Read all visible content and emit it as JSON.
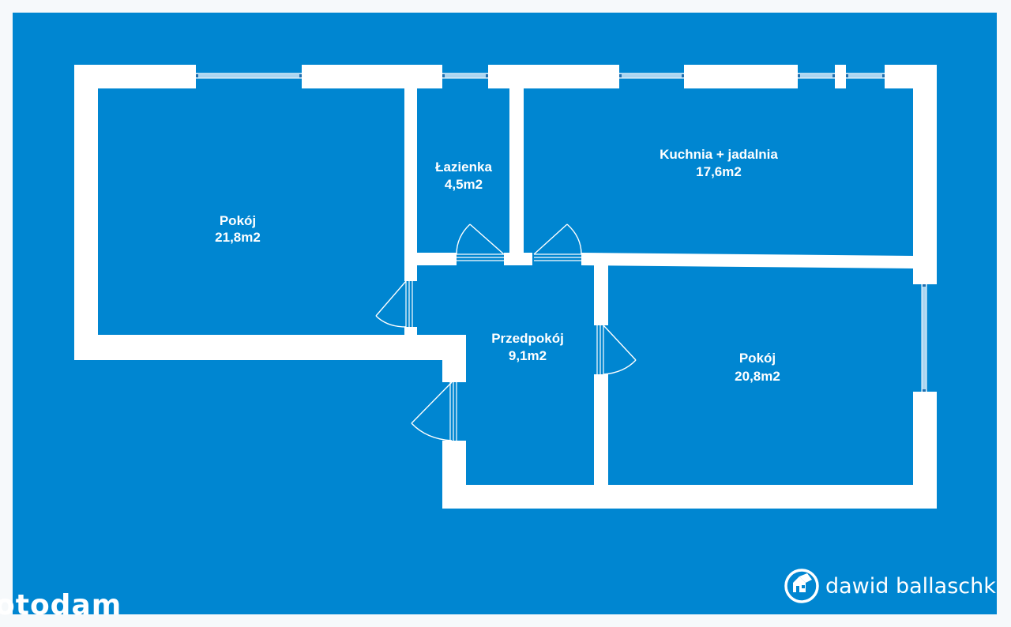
{
  "plan": {
    "background_color": "#0086d1",
    "wall_color": "#ffffff",
    "rooms": [
      {
        "name": "Pokój",
        "area": "21,8m2"
      },
      {
        "name": "Łazienka",
        "area": "4,5m2"
      },
      {
        "name": "Kuchnia + jadalnia",
        "area": "17,6m2"
      },
      {
        "name": "Przedpokój",
        "area": "9,1m2"
      },
      {
        "name": "Pokój",
        "area": "20,8m2"
      }
    ]
  },
  "branding": {
    "agent_name": "dawid ballaschk",
    "agent_icon": "house-circle-icon",
    "watermark": "otodam"
  }
}
